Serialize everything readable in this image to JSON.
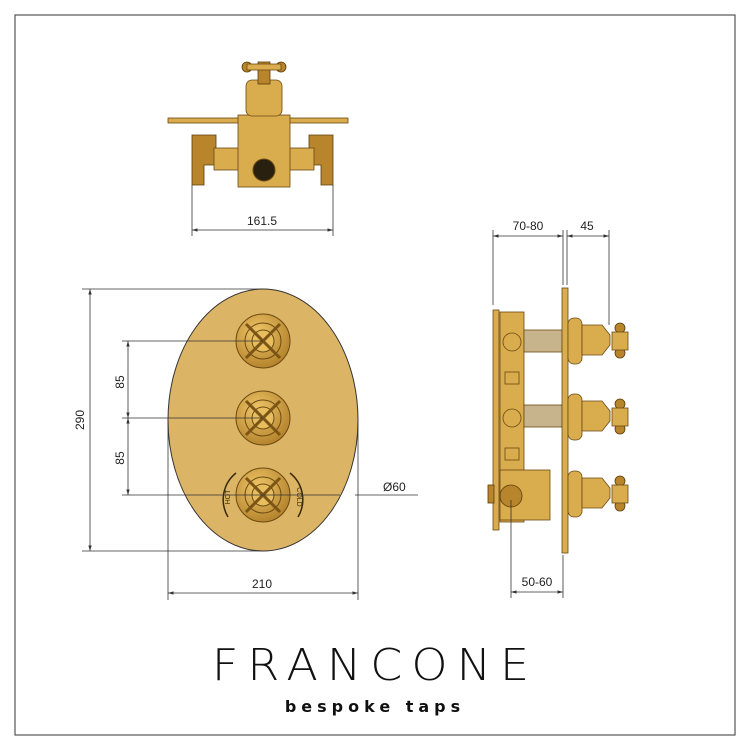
{
  "drawing": {
    "top_view": {
      "width_dim": "161.5"
    },
    "front_view": {
      "height_dim": "290",
      "spacing_dim_upper": "85",
      "spacing_dim_lower": "85",
      "width_dim": "210",
      "diameter_dim": "Ø60",
      "hot_label": "HOT",
      "cold_label": "COLD"
    },
    "side_view": {
      "depth_dim": "70-80",
      "projection_dim": "45",
      "wall_dim": "50-60"
    },
    "colors": {
      "brass": "#d9ac4e",
      "frame": "#555555"
    }
  },
  "brand": {
    "name": "FRANCONE",
    "tagline": "Bespoke Taps"
  }
}
